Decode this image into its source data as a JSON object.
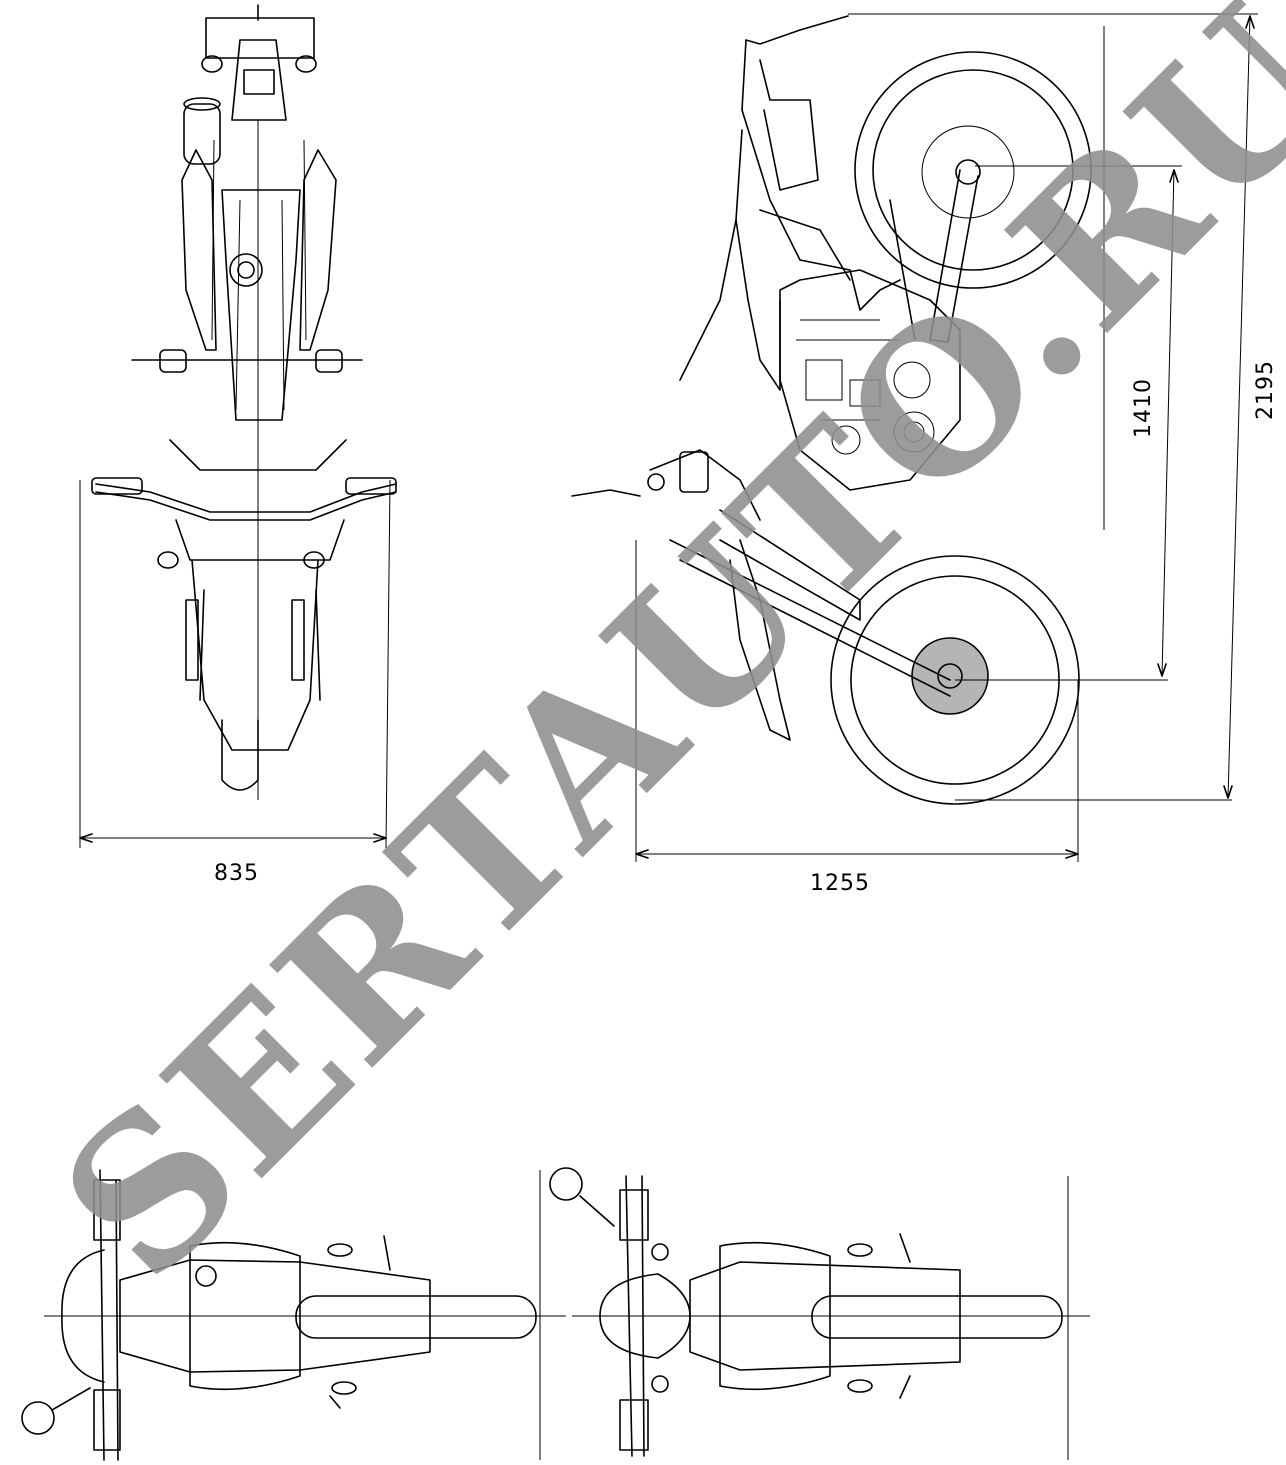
{
  "dimensions": {
    "width_label": "835",
    "length_label": "1255",
    "wheelbase_label": "1410",
    "height_label": "2195"
  },
  "watermark": "SERTAUTO.RU",
  "colors": {
    "line": "#000000",
    "watermark": "#8f8f8f",
    "background": "#ffffff"
  }
}
